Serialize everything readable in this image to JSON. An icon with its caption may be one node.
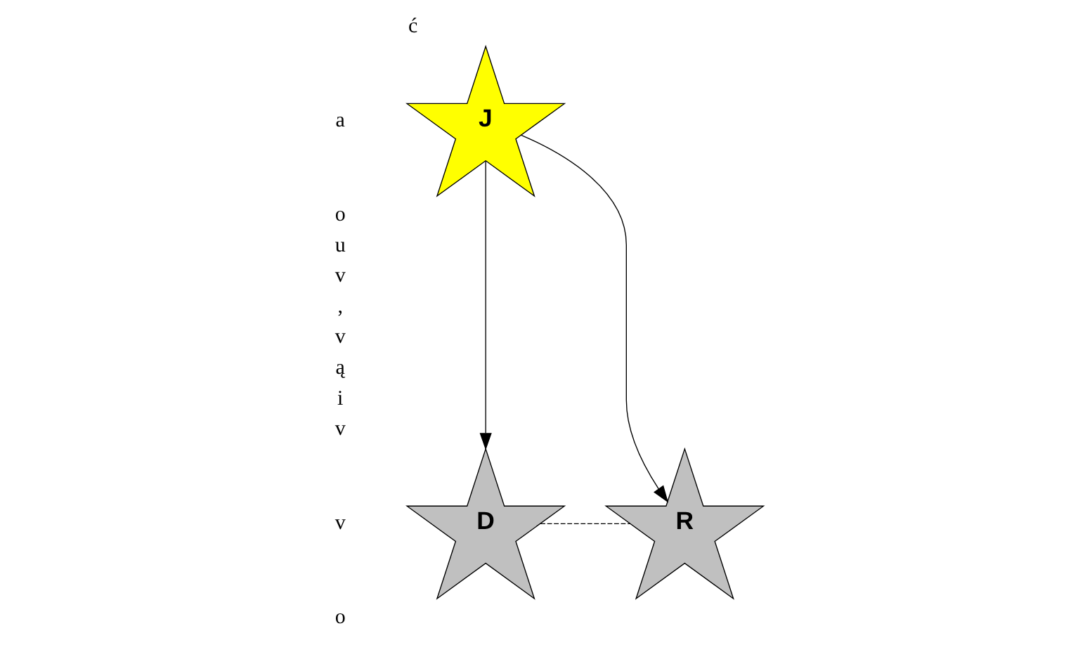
{
  "diagram": {
    "nodes": [
      {
        "text": [
          "J"
        ]
      },
      {
        "text": [
          "D"
        ]
      },
      {
        "text": [
          "R"
        ]
      }
    ],
    "edges": [
      {
        "from": 0,
        "to": 1,
        "arrow": "to"
      },
      {
        "from": 0,
        "to": 2,
        "arrow": "to"
      },
      {
        "from": 1,
        "to": 2,
        "arrow": "none",
        "style": "dashed"
      }
    ],
    "labels": [
      "ć",
      "a",
      "o",
      "u",
      "v",
      ",",
      "v",
      "ą",
      "i",
      "v",
      "v",
      "o"
    ]
  }
}
